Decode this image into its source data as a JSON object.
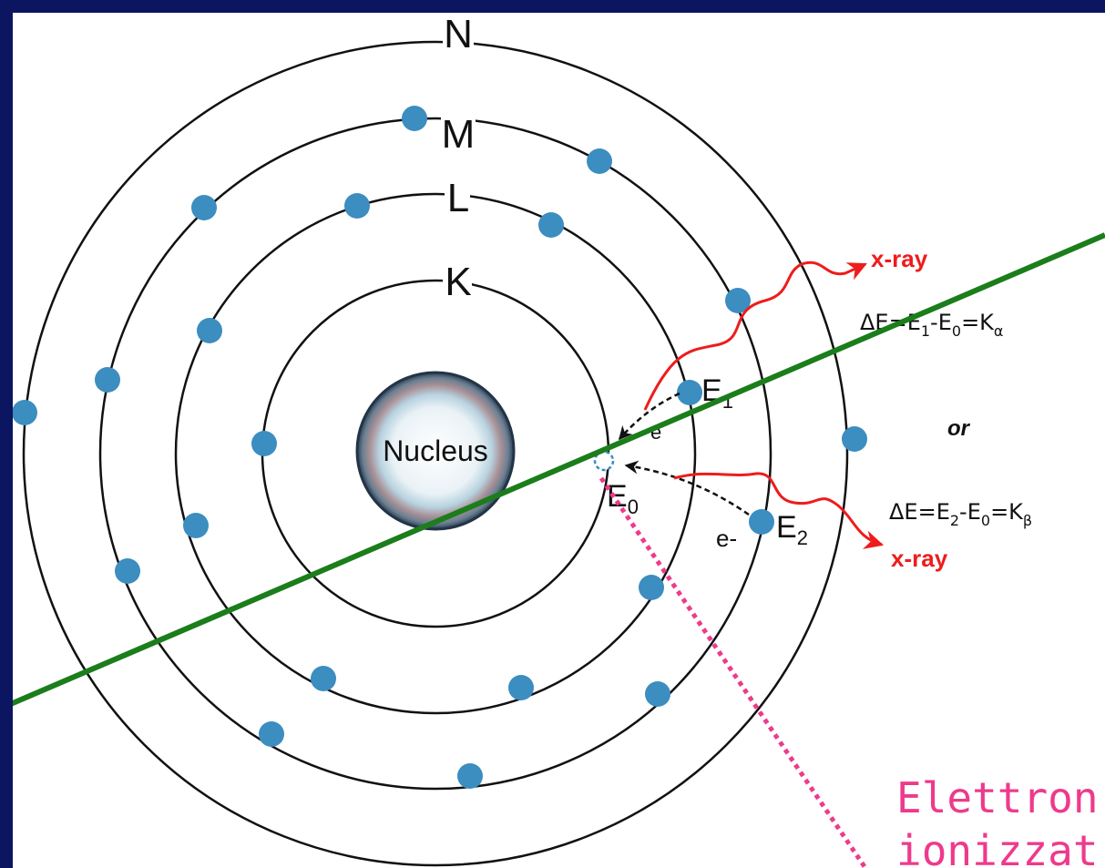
{
  "diagram": {
    "shells": [
      {
        "id": "K",
        "label": "K"
      },
      {
        "id": "L",
        "label": "L"
      },
      {
        "id": "M",
        "label": "M"
      },
      {
        "id": "N",
        "label": "N"
      }
    ],
    "nucleus_label": "Nucleus",
    "vacancy_label": "E0",
    "level_labels": {
      "e1": "E1",
      "e2": "E2"
    },
    "electron_labels": {
      "upper": "e",
      "lower": "e-"
    },
    "xray_label": "x-ray",
    "or_label": "or",
    "equations": {
      "k_alpha": "ΔE=E1-E0=Kα",
      "k_beta": "ΔE=E2-E0=Kβ"
    },
    "caption_lines": [
      "Elettron",
      "ionizzat"
    ],
    "colors": {
      "background_frame": "#0b1560",
      "electron": "#3c8dc0",
      "xray": "#ee1c1c",
      "green_line": "#1b7d1b",
      "caption": "#ee3a8c",
      "dotted_pointer": "#ee3a8c"
    }
  }
}
